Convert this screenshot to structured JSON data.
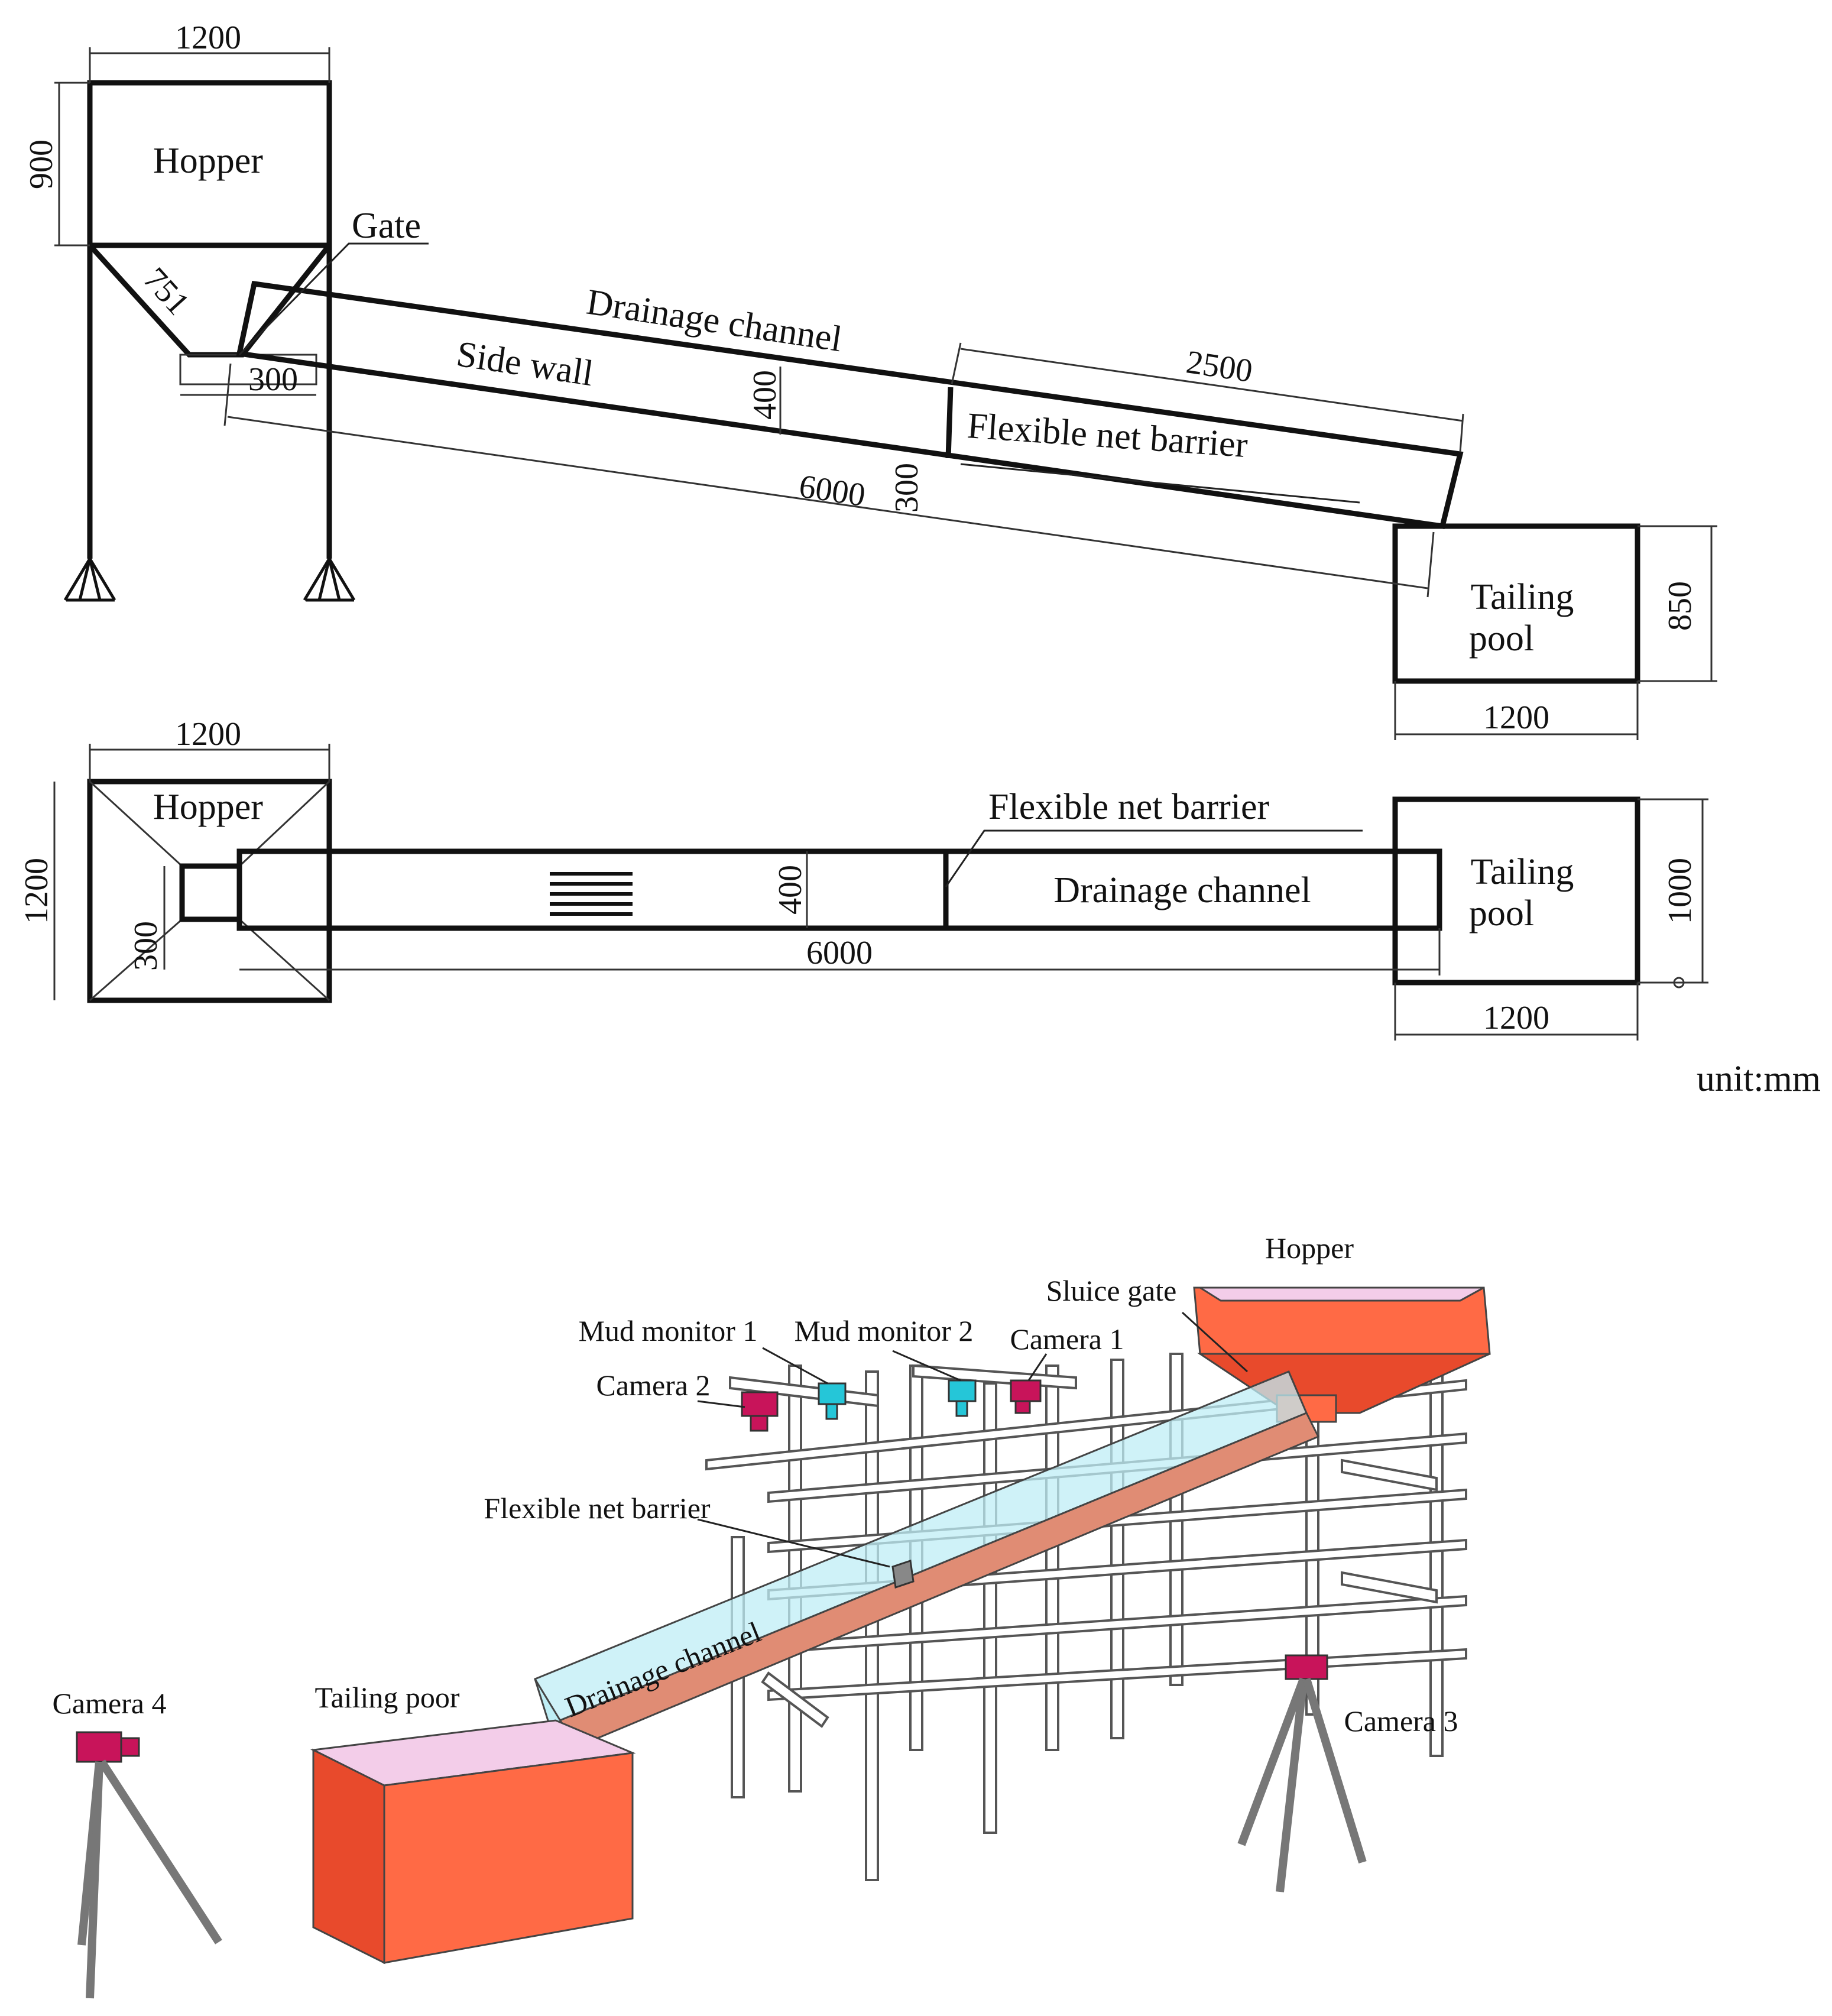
{
  "elevation": {
    "hopper_label": "Hopper",
    "gate_label": "Gate",
    "channel_label": "Drainage channel",
    "side_wall_label": "Side wall",
    "barrier_label": "Flexible net barrier",
    "pool_label_line1": "Tailing",
    "pool_label_line2": "pool",
    "dims": {
      "hopper_width": "1200",
      "hopper_height": "900",
      "hopper_slope": "751",
      "outlet": "300",
      "channel_depth": "400",
      "barrier_height": "300",
      "channel_length": "6000",
      "barrier_offset": "2500",
      "pool_height": "850",
      "pool_width": "1200"
    }
  },
  "plan": {
    "hopper_label": "Hopper",
    "barrier_label": "Flexible net barrier",
    "channel_label": "Drainage channel",
    "pool_label_line1": "Tailing",
    "pool_label_line2": "pool",
    "dims": {
      "hopper_width": "1200",
      "hopper_depth": "1200",
      "outlet": "300",
      "channel_width": "400",
      "channel_length": "6000",
      "pool_depth": "1000",
      "pool_width": "1200"
    },
    "unit": "unit:mm"
  },
  "model3d": {
    "hopper_label": "Hopper",
    "sluice_gate_label": "Sluice gate",
    "mud_monitor_1_label": "Mud monitor 1",
    "mud_monitor_2_label": "Mud monitor 2",
    "camera_1_label": "Camera 1",
    "camera_2_label": "Camera 2",
    "camera_3_label": "Camera 3",
    "camera_4_label": "Camera 4",
    "barrier_label": "Flexible net barrier",
    "channel_label": "Drainage channel",
    "pool_label": "Tailing poor",
    "colors": {
      "orange_face": "#ff6a45",
      "orange_dark": "#e84a2c",
      "pink_top": "#f3cde9",
      "channel_glass": "#bfeef5",
      "channel_floor": "#e08c74",
      "camera_magenta": "#c8145a",
      "monitor_cyan": "#25c6d8"
    }
  }
}
